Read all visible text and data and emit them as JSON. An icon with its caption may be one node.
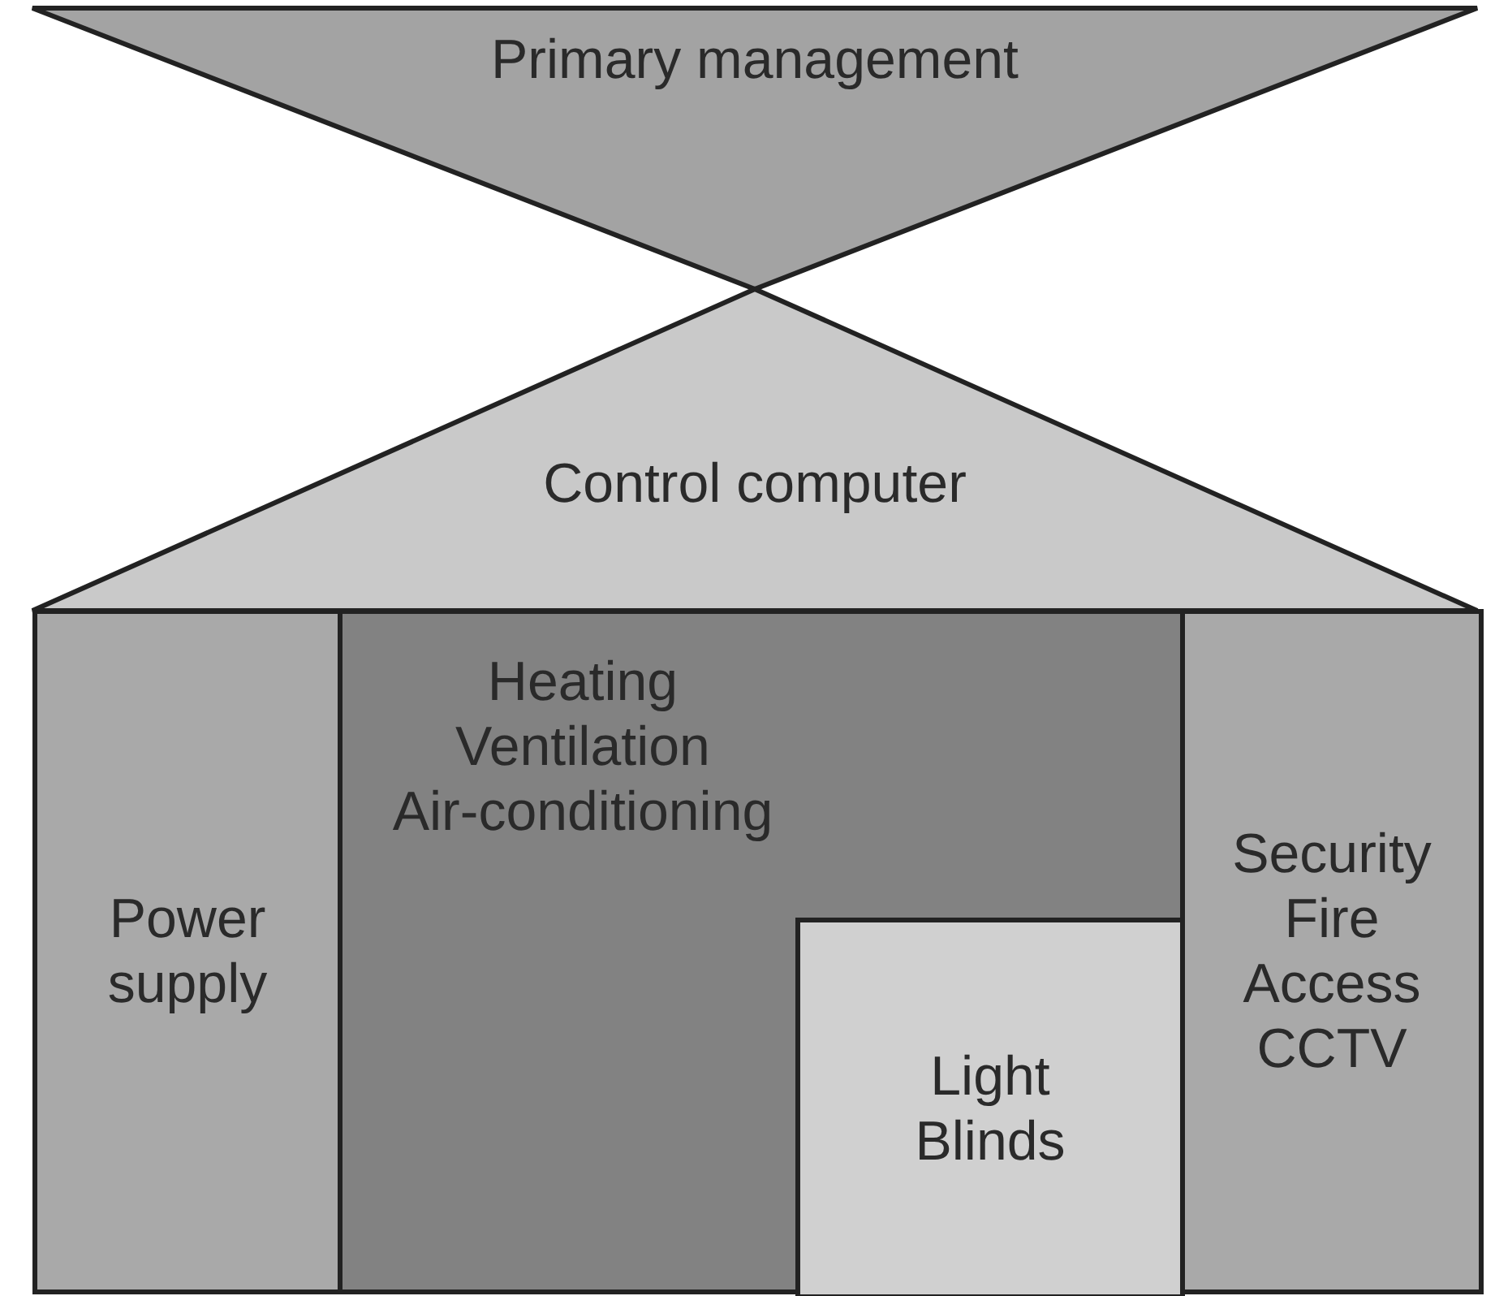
{
  "diagram": {
    "nodes": [
      {
        "text": [
          "Primary management"
        ]
      },
      {
        "text": [
          "Control computer"
        ]
      },
      {
        "text": [
          "Power supply"
        ]
      },
      {
        "text": [
          "Heating",
          "Ventilation",
          "Air-conditioning"
        ]
      },
      {
        "text": [
          "Light",
          "Blinds"
        ],
        "in": 3
      },
      {
        "text": [
          "Security",
          "Fire",
          "Access",
          "CCTV"
        ]
      }
    ]
  }
}
